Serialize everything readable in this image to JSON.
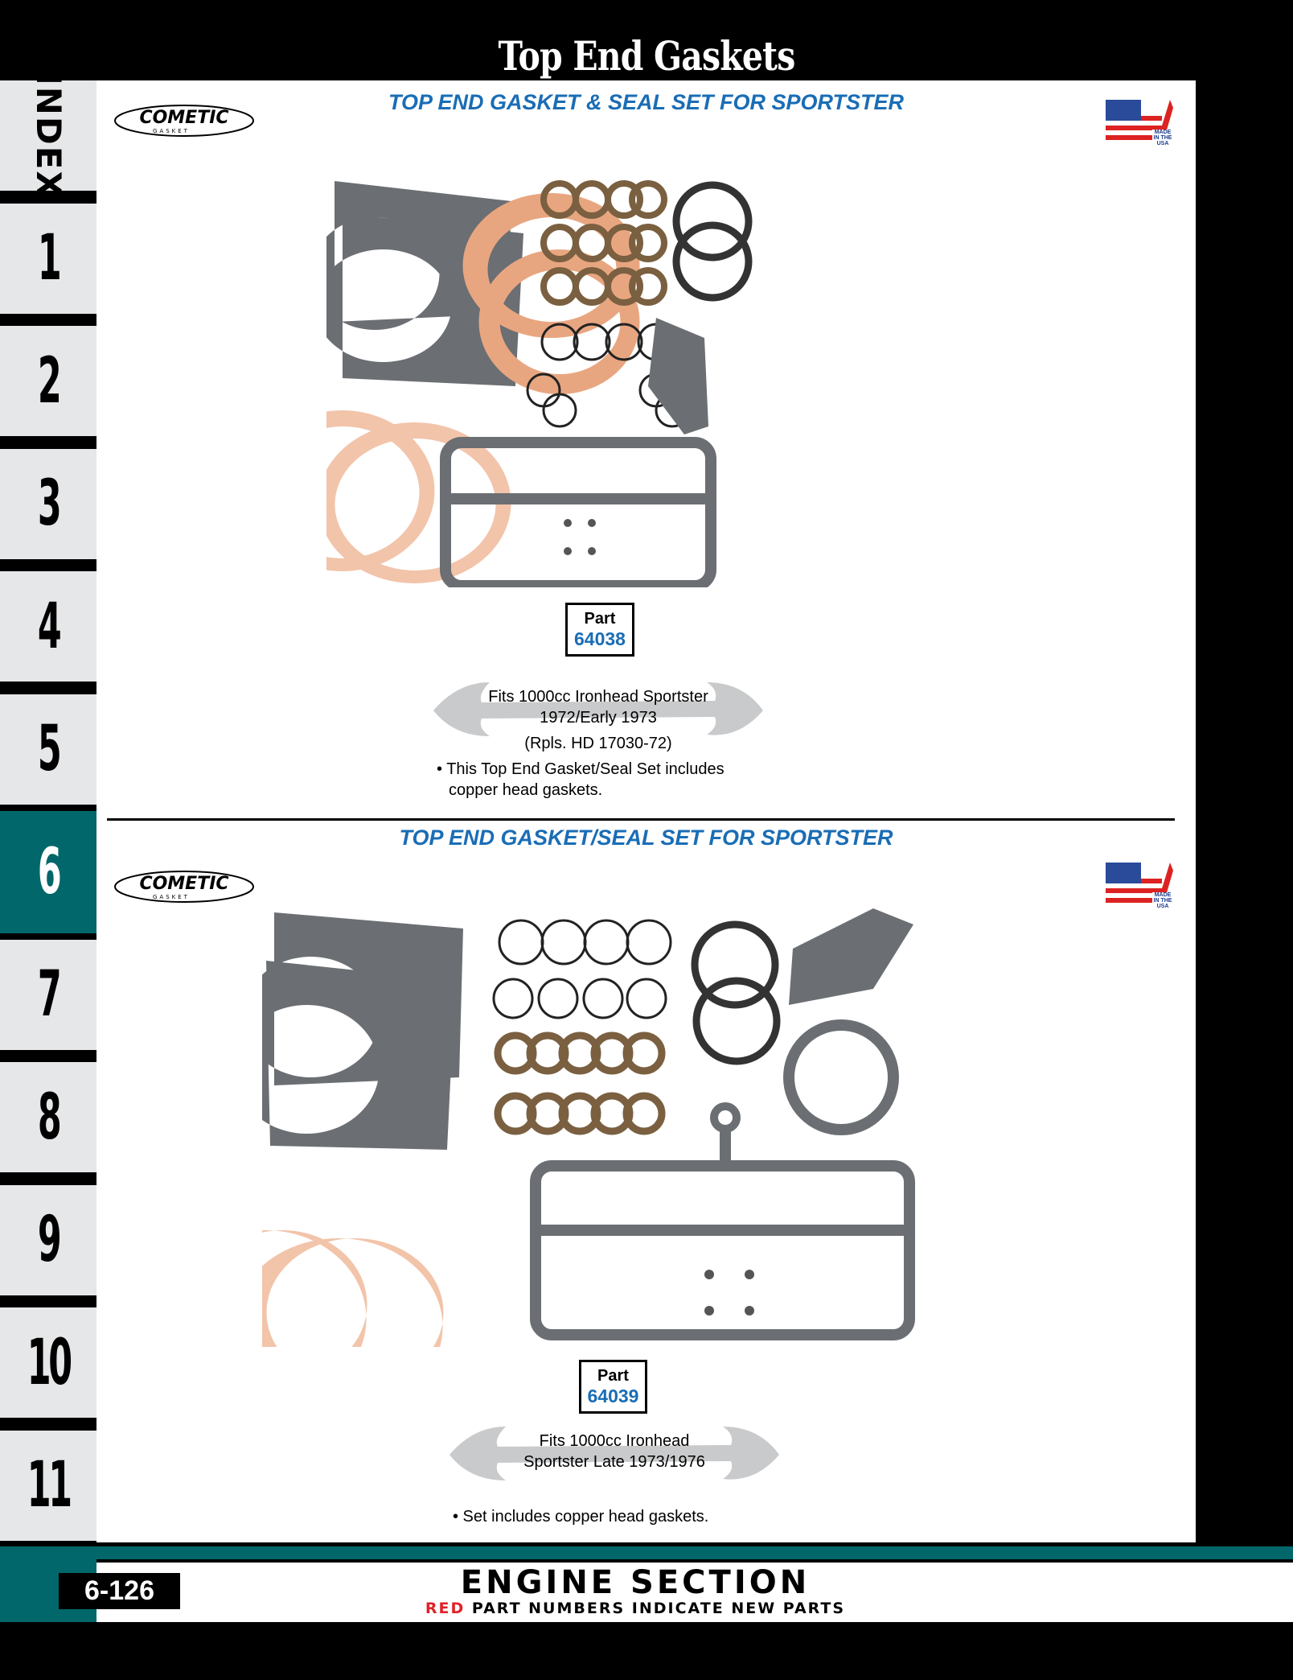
{
  "page_title": "Top End Gaskets",
  "side_tabs": [
    "INDEX",
    "1",
    "2",
    "3",
    "4",
    "5",
    "6",
    "7",
    "8",
    "9",
    "10",
    "11"
  ],
  "active_tab": "6",
  "brand_logo": "COMETIC GASKET",
  "made_in_usa": "MADE IN THE USA",
  "products": [
    {
      "heading": "TOP END GASKET & SEAL SET FOR SPORTSTER",
      "part_label": "Part",
      "part_number": "64038",
      "fits_line1": "Fits 1000cc Ironhead Sportster",
      "fits_line2": "1972/Early 1973",
      "replaces": "(Rpls. HD 17030-72)",
      "bullet_line1": "• This Top End Gasket/Seal Set includes",
      "bullet_line2": "copper head gaskets."
    },
    {
      "heading": "TOP END GASKET/SEAL SET FOR SPORTSTER",
      "part_label": "Part",
      "part_number": "64039",
      "fits_line1": "Fits 1000cc Ironhead",
      "fits_line2": "Sportster Late 1973/1976",
      "bullet_line1": "• Set includes copper head gaskets."
    }
  ],
  "footer": {
    "page_number": "6-126",
    "section": "ENGINE SECTION",
    "note_red": "RED",
    "note_rest": " PART NUMBERS INDICATE NEW PARTS"
  },
  "colors": {
    "accent_blue": "#1a6db5",
    "teal": "#02676a",
    "red": "#e0222a"
  }
}
